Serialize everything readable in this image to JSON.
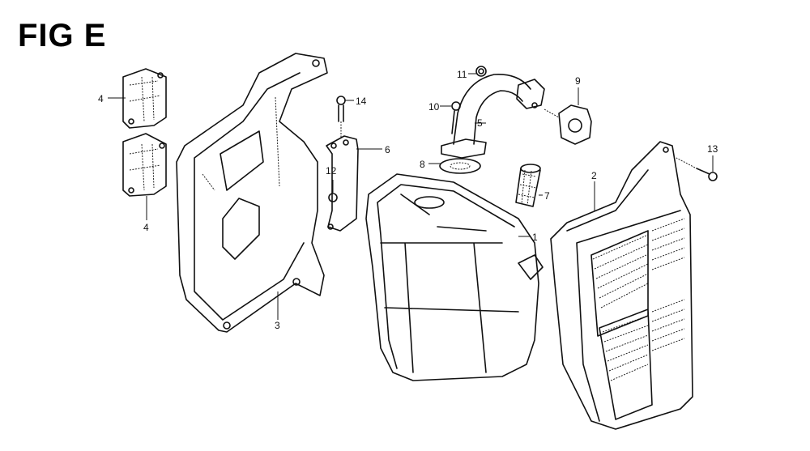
{
  "figure": {
    "title": "FIG E"
  },
  "callouts": {
    "muffler": "1",
    "muffler_protector": "2",
    "muffler_cover": "3",
    "plate_upper": "4",
    "plate_lower": "4",
    "exhaust_pipe": "5",
    "stay": "6",
    "spark_arrester_screen": "7",
    "pipe_gasket": "8",
    "manifold_gasket": "9",
    "bolt_10": "10",
    "nut_11": "11",
    "nut_12": "12",
    "screw_13": "13",
    "bolt_14": "14"
  }
}
